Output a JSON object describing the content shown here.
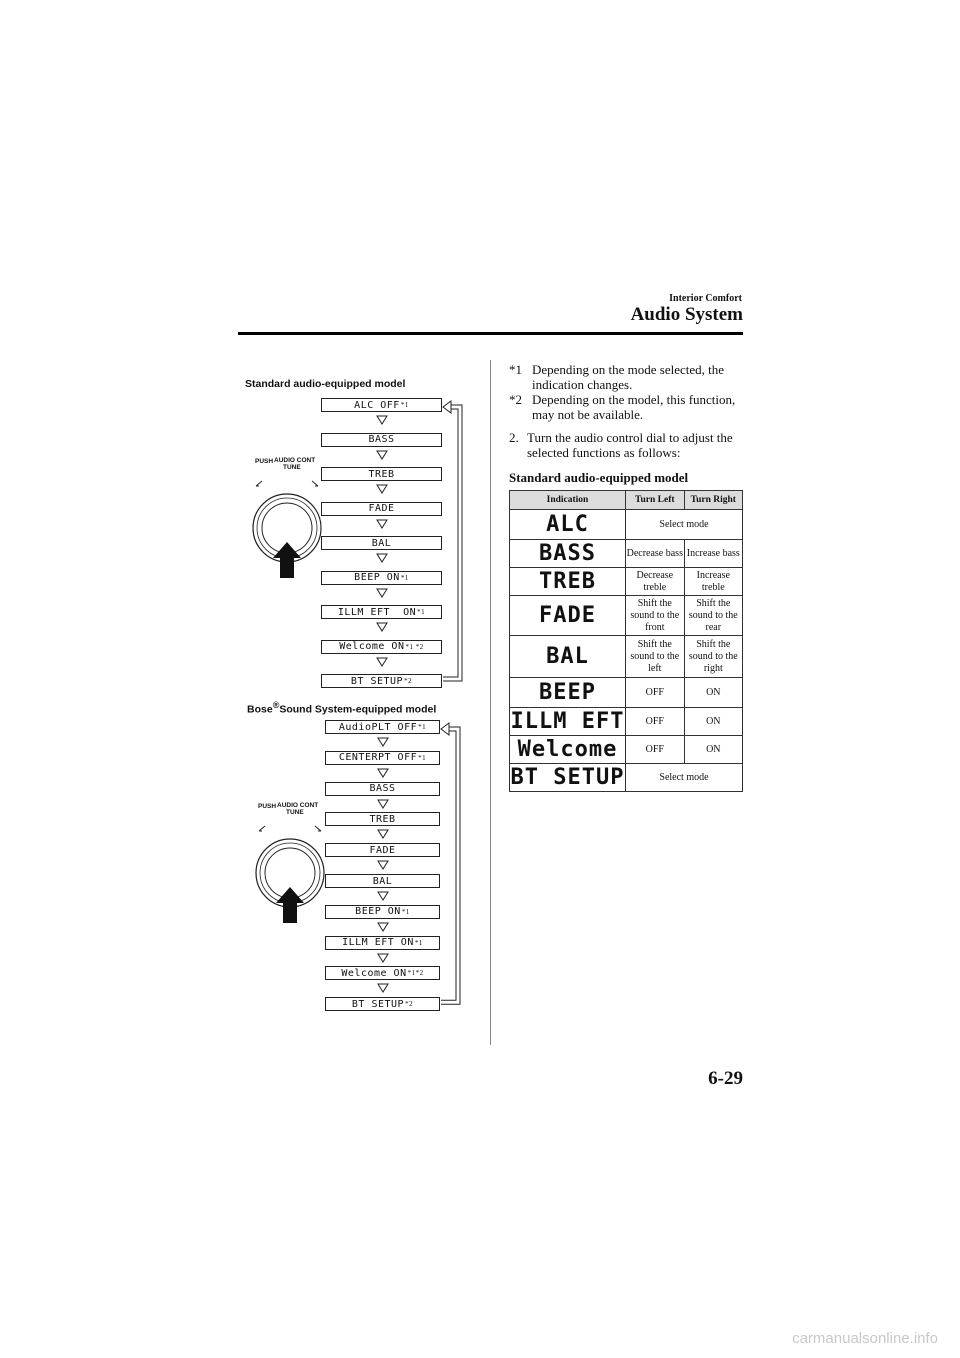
{
  "header": {
    "section": "Interior Comfort",
    "chapter": "Audio System"
  },
  "page_number": "6-29",
  "watermark": "carmanualsonline.info",
  "standard_diagram": {
    "heading": "Standard audio-equipped model",
    "dial": {
      "push": "PUSH",
      "audio_cont": "AUDIO CONT",
      "tune": "TUNE"
    },
    "items": [
      {
        "label": "ALC OFF",
        "note": "*1"
      },
      {
        "label": "BASS",
        "note": ""
      },
      {
        "label": "TREB",
        "note": ""
      },
      {
        "label": "FADE",
        "note": ""
      },
      {
        "label": "BAL",
        "note": ""
      },
      {
        "label": "BEEP ON",
        "note": "*1"
      },
      {
        "label": "ILLM EFT  ON",
        "note": "*1"
      },
      {
        "label": "Welcome ON",
        "note": "*1 *2"
      },
      {
        "label": "BT SETUP",
        "note": "*2"
      }
    ]
  },
  "bose_diagram": {
    "heading_brand": "Bose",
    "heading_mark": "®",
    "heading_rest": "Sound System-equipped model",
    "dial": {
      "push": "PUSH",
      "audio_cont": "AUDIO CONT",
      "tune": "TUNE"
    },
    "items": [
      {
        "label": "AudioPLT OFF",
        "note": "*1"
      },
      {
        "label": "CENTERPT OFF",
        "note": "*1"
      },
      {
        "label": "BASS",
        "note": ""
      },
      {
        "label": "TREB",
        "note": ""
      },
      {
        "label": "FADE",
        "note": ""
      },
      {
        "label": "BAL",
        "note": ""
      },
      {
        "label": "BEEP ON",
        "note": "*1"
      },
      {
        "label": "ILLM EFT ON",
        "note": "*1"
      },
      {
        "label": "Welcome ON",
        "note": "*1*2"
      },
      {
        "label": "BT SETUP",
        "note": "*2"
      }
    ]
  },
  "footnotes": [
    {
      "mark": "*1",
      "text": "Depending on the mode selected, the indication changes."
    },
    {
      "mark": "*2",
      "text": "Depending on the model, this function, may not be available."
    }
  ],
  "step": {
    "number": "2.",
    "text": "Turn the audio control dial to adjust the selected functions as follows:"
  },
  "table": {
    "heading": "Standard audio-equipped model",
    "columns": [
      "Indication",
      "Turn Left",
      "Turn Right"
    ],
    "rows": [
      {
        "indication": "ALC",
        "left": "Select mode",
        "right": "",
        "merged": true
      },
      {
        "indication": "BASS",
        "left": "Decrease bass",
        "right": "Increase bass"
      },
      {
        "indication": "TREB",
        "left": "Decrease treble",
        "right": "Increase treble"
      },
      {
        "indication": "FADE",
        "left": "Shift the sound to the front",
        "right": "Shift the sound to the rear"
      },
      {
        "indication": "BAL",
        "left": "Shift the sound to the left",
        "right": "Shift the sound to the right"
      },
      {
        "indication": "BEEP",
        "left": "OFF",
        "right": "ON"
      },
      {
        "indication": "ILLM EFT",
        "left": "OFF",
        "right": "ON"
      },
      {
        "indication": "Welcome",
        "left": "OFF",
        "right": "ON"
      },
      {
        "indication": "BT SETUP",
        "left": "Select mode",
        "right": "",
        "merged": true
      }
    ]
  }
}
